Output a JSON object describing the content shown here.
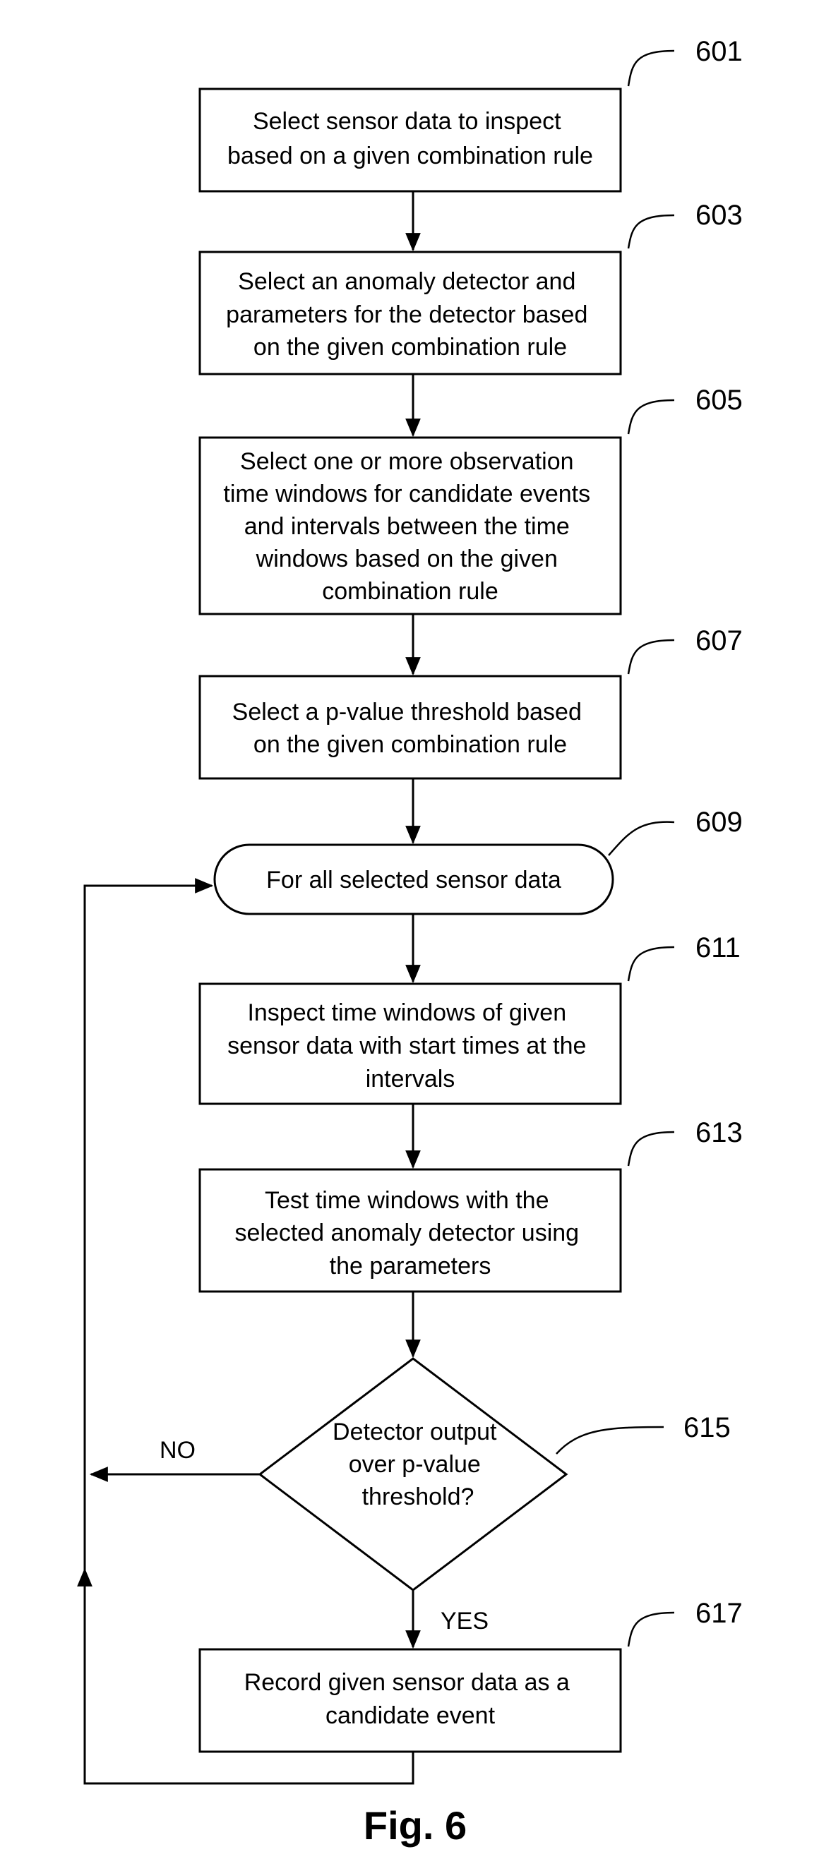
{
  "steps": [
    {
      "id": "601",
      "lines": [
        "Select sensor data to inspect",
        "based on a given combination rule"
      ]
    },
    {
      "id": "603",
      "lines": [
        "Select an anomaly detector and",
        "parameters for the detector based",
        "on the given combination rule"
      ]
    },
    {
      "id": "605",
      "lines": [
        "Select one or more observation",
        "time windows for candidate events",
        "and intervals between the time",
        "windows based on the given",
        "combination rule"
      ]
    },
    {
      "id": "607",
      "lines": [
        "Select a p-value threshold based",
        "on the given combination rule"
      ]
    },
    {
      "id": "609",
      "lines": [
        "For all selected sensor data"
      ]
    },
    {
      "id": "611",
      "lines": [
        "Inspect time windows of given",
        "sensor data with start times at the",
        "intervals"
      ]
    },
    {
      "id": "613",
      "lines": [
        "Test time windows with the",
        "selected anomaly detector using",
        "the parameters"
      ]
    },
    {
      "id": "615",
      "lines": [
        "Detector output",
        "over p-value",
        "threshold?"
      ]
    },
    {
      "id": "617",
      "lines": [
        "Record given sensor data as a",
        "candidate event"
      ]
    }
  ],
  "branches": {
    "no": "NO",
    "yes": "YES"
  },
  "caption": "Fig. 6"
}
